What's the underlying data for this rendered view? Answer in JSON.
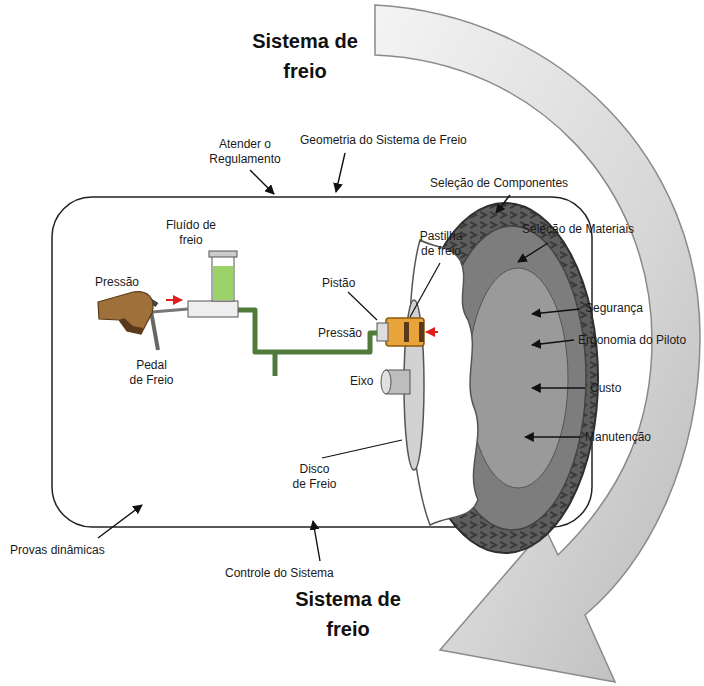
{
  "diagram": {
    "labels": [
      "Sistema de freio",
      "Atender o Regulamento",
      "Geometria do Sistema de Freio",
      "Seleção de Componentes",
      "Seleção de Materiais",
      "Fluído de freio",
      "Pistão",
      "Pastilha de freio",
      "Pressão",
      "Segurança",
      "Pressão",
      "Ergonomia do Piloto",
      "Eixo",
      "Pedal de Freio",
      "Custo",
      "Manutenção",
      "Disco de Freio",
      "Provas dinâmicas",
      "Controle do Sistema",
      "Sistema de freio"
    ]
  }
}
